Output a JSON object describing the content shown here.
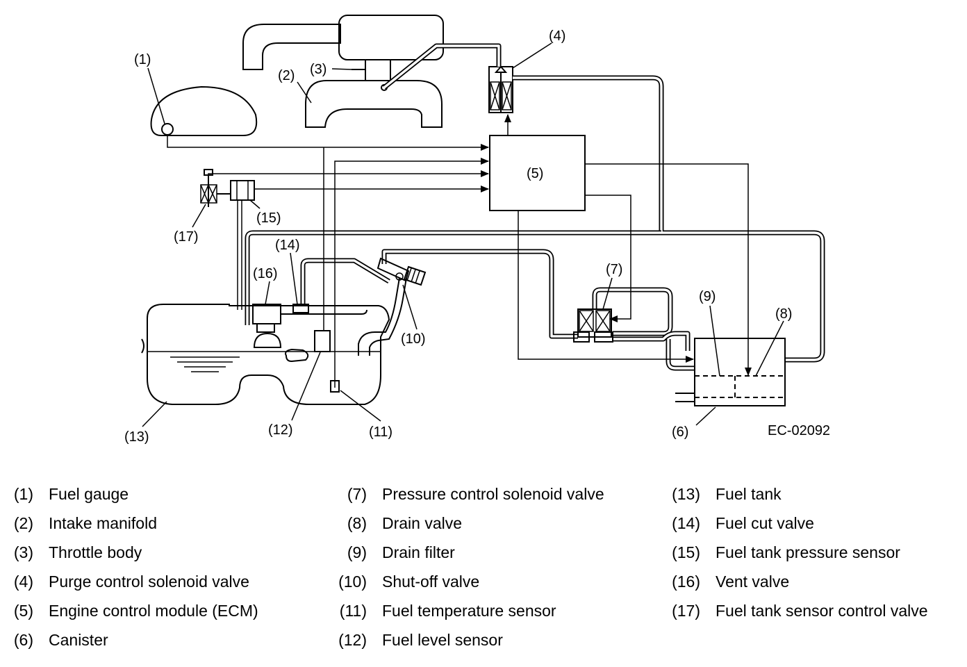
{
  "callouts": {
    "c1": "(1)",
    "c2": "(2)",
    "c3": "(3)",
    "c4": "(4)",
    "c5": "(5)",
    "c6": "(6)",
    "c7": "(7)",
    "c8": "(8)",
    "c9": "(9)",
    "c10": "(10)",
    "c11": "(11)",
    "c12": "(12)",
    "c13": "(13)",
    "c14": "(14)",
    "c15": "(15)",
    "c16": "(16)",
    "c17": "(17)"
  },
  "figure_code": "EC-02092",
  "legend": [
    [
      {
        "num": "(1)",
        "label": "Fuel gauge"
      },
      {
        "num": "(2)",
        "label": "Intake manifold"
      },
      {
        "num": "(3)",
        "label": "Throttle body"
      },
      {
        "num": "(4)",
        "label": "Purge control solenoid valve"
      },
      {
        "num": "(5)",
        "label": "Engine control module (ECM)"
      },
      {
        "num": "(6)",
        "label": "Canister"
      }
    ],
    [
      {
        "num": "(7)",
        "label": "Pressure control solenoid valve"
      },
      {
        "num": "(8)",
        "label": "Drain valve"
      },
      {
        "num": "(9)",
        "label": "Drain filter"
      },
      {
        "num": "(10)",
        "label": "Shut-off valve"
      },
      {
        "num": "(11)",
        "label": "Fuel temperature sensor"
      },
      {
        "num": "(12)",
        "label": "Fuel level sensor"
      }
    ],
    [
      {
        "num": "(13)",
        "label": "Fuel tank"
      },
      {
        "num": "(14)",
        "label": "Fuel cut valve"
      },
      {
        "num": "(15)",
        "label": "Fuel tank pressure sensor"
      },
      {
        "num": "(16)",
        "label": "Vent valve"
      },
      {
        "num": "(17)",
        "label": "Fuel tank sensor control valve"
      }
    ]
  ]
}
